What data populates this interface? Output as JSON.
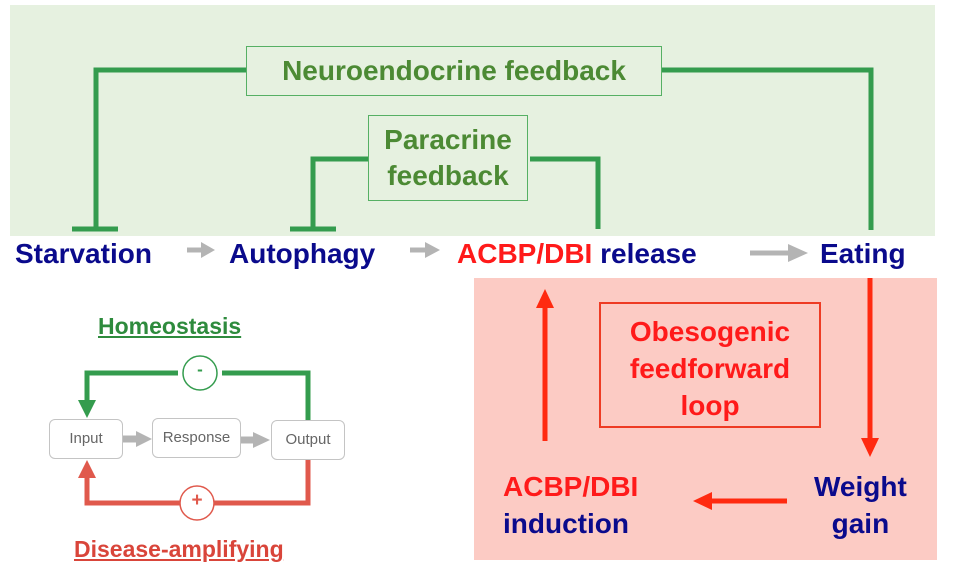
{
  "colors": {
    "green_panel": "#e6f1e0",
    "red_panel": "#fccbc4",
    "node_blue": "#0a0a8c",
    "node_red": "#ff1a1a",
    "feedback_green": "#349c4e",
    "label_green": "#4c8a34",
    "arrow_gray": "#b4b4b4",
    "arrow_red": "#ff2a10",
    "loop_red": "#e0594c"
  },
  "pathway": {
    "nodes": [
      {
        "id": "starvation",
        "label": "Starvation"
      },
      {
        "id": "autophagy",
        "label": "Autophagy"
      },
      {
        "id": "acbp_release",
        "label_highlight": "ACBP/DBI",
        "label_rest": "release"
      },
      {
        "id": "eating",
        "label": "Eating"
      }
    ],
    "edges": [
      {
        "from": "starvation",
        "to": "autophagy",
        "type": "activation"
      },
      {
        "from": "autophagy",
        "to": "acbp_release",
        "type": "activation"
      },
      {
        "from": "acbp_release",
        "to": "eating",
        "type": "activation"
      }
    ]
  },
  "feedback": {
    "neuroendocrine": {
      "label": "Neuroendocrine feedback",
      "from": "eating",
      "to": "starvation",
      "type": "inhibition"
    },
    "paracrine": {
      "label_line1": "Paracrine",
      "label_line2": "feedback",
      "from": "acbp_release",
      "to": "autophagy",
      "type": "inhibition"
    }
  },
  "obesogenic": {
    "label_line1": "Obesogenic",
    "label_line2": "feedforward",
    "label_line3": "loop",
    "weight_gain_line1": "Weight",
    "weight_gain_line2": "gain",
    "induction_line1": "ACBP/DBI",
    "induction_line2": "induction",
    "edges": [
      {
        "from": "eating",
        "to": "weight_gain"
      },
      {
        "from": "weight_gain",
        "to": "acbp_induction"
      },
      {
        "from": "acbp_induction",
        "to": "acbp_release"
      }
    ]
  },
  "legend": {
    "homeostasis_title": "Homeostasis",
    "disease_title": "Disease-amplifying",
    "negative_sign": "-",
    "positive_sign": "+",
    "boxes": {
      "input": "Input",
      "response": "Response",
      "output": "Output"
    }
  }
}
